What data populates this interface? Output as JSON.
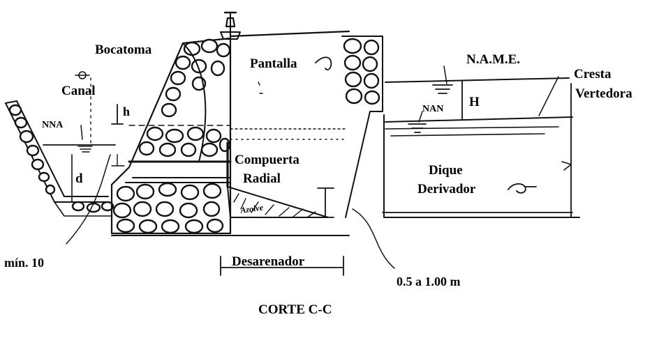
{
  "labels": {
    "bocatoma": "Bocatoma",
    "canal": "Canal",
    "h_small": "h",
    "nna": "NNA",
    "d": "d",
    "min10": "mín. 10",
    "pantalla": "Pantalla",
    "compuerta_1": "Compuerta",
    "compuerta_2": "Radial",
    "azolve": "Azolve",
    "desarenador": "Desarenador",
    "range": "0.5 a 1.00 m",
    "name": "N.A.M.E.",
    "cresta_1": "Cresta",
    "cresta_2": "Vertedora",
    "nan": "NAN",
    "H": "H",
    "dique_1": "Dique",
    "dique_2": "Derivador",
    "title": "CORTE C-C"
  }
}
